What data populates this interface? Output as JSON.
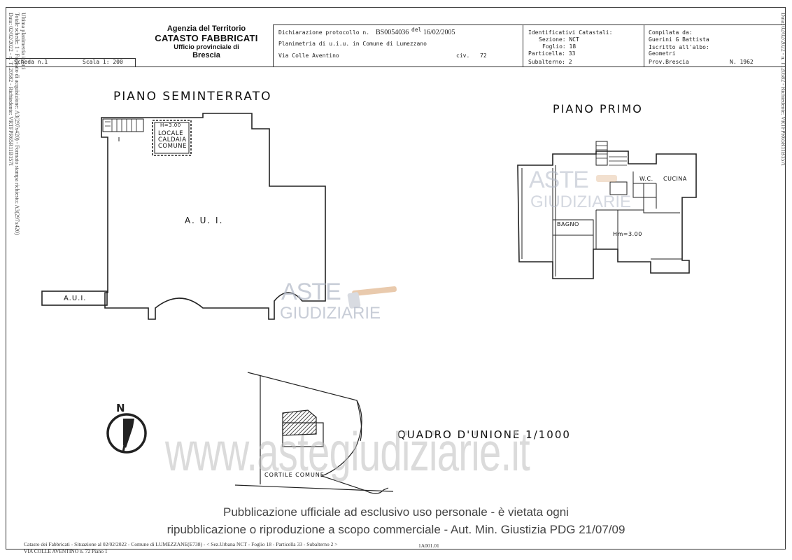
{
  "header": {
    "agency_line1": "Agenzia del Territorio",
    "agency_line2": "CATASTO FABBRICATI",
    "agency_line3": "Ufficio provinciale di",
    "agency_city": "Brescia",
    "scheda": "Scheda n.1",
    "scala": "Scala 1: 200",
    "dichiarazione_label": "Dichiarazione protocollo n.",
    "protocollo": "BS0054036",
    "del_label": "del",
    "protocollo_date": "16/02/2005",
    "planimetria": "Planimetria di u.i.u. in Comune di Lumezzano",
    "indirizzo": "Via Colle Aventino",
    "civ_label": "civ.",
    "civ": "72",
    "identificativi_title": "Identificativi Catastali:",
    "sezione": "Sezione: NCT",
    "foglio": "Foglio: 18",
    "particella": "Particella: 33",
    "subalterno": "Subalterno: 2",
    "compilata_title": "Compilata da:",
    "compilata_name": "Guerini G Battista",
    "iscritto": "Iscritto all'albo:",
    "albo": "Geometri",
    "prov": "Prov.Brescia",
    "numero": "N. 1962"
  },
  "plan": {
    "seminterrato_title": "PIANO   SEMINTERRATO",
    "primo_title": "PIANO   PRIMO",
    "aui_main": "A.  U.  I.",
    "aui_small": "A.U.I.",
    "h_label": "H=3.00",
    "locale": "LOCALE",
    "caldaia": "CALDAIA",
    "comune": "COMUNE",
    "wc": "W.C.",
    "cucina": "CUCINA",
    "bagno": "BAGNO",
    "hm": "Hm=3.00",
    "quadro": "QUADRO   D'UNIONE   1/1000",
    "cortile": "CORTILE   COMUNE",
    "north": "N"
  },
  "watermark": {
    "aste": "ASTE",
    "giudiziarie": "GIUDIZIARIE",
    "url": "www.astegiudiziarie.it",
    "pub_line1": "Pubblicazione ufficiale ad esclusivo uso personale - è vietata ogni",
    "pub_line2": "ripubblicazione o riproduzione a scopo commerciale - Aut. Min. Giustizia PDG 21/07/09"
  },
  "side": {
    "left_line1": "Data: 02/02/2022 - n. T120582 - Richiedente: VRTFPR65R11B157I",
    "left_line2": "Totale schede: 1 - Formato di acquisizione: A3(297x420) - Formato stampa richiesto: A3(297x420)",
    "left_line3": "Ultima planimetria in atti",
    "right_line1": "Data: 02/02/2022 - n. T120582 - Richiedente: VRTFPR65R11B157I"
  },
  "footer": {
    "line1": "Catasto dei Fabbricati - Situazione al 02/02/2022 - Comune di LUMEZZANE(E738) - < Sez.Urbana NCT - Foglio 18 - Particella 33 - Subalterno 2 >",
    "line2": "VIA COLLE AVENTINO n. 72 Piano 1",
    "mark": "1A001.01"
  },
  "colors": {
    "line": "#222222",
    "watermark_grey": "#c8ccd4",
    "gavel": "#e0b48a"
  }
}
